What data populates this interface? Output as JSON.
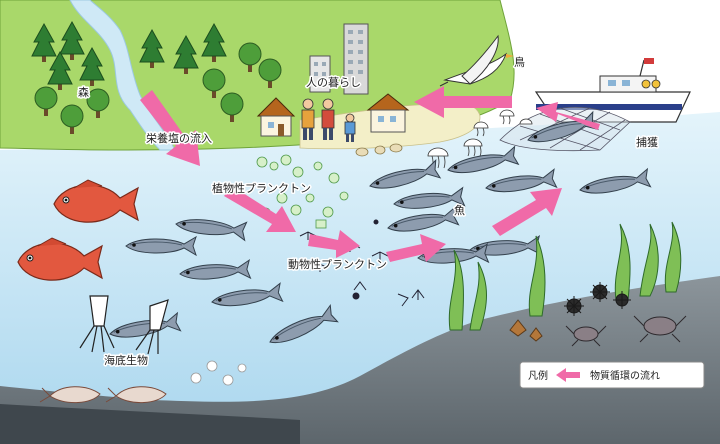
{
  "labels": {
    "forest": "森",
    "human_life": "人の暮らし",
    "bird": "鳥",
    "nutrient_inflow": "栄養塩の流入",
    "phytoplankton": "植物性プランクトン",
    "zooplankton": "動物性プランクトン",
    "fish": "魚",
    "capture": "捕獲",
    "benthic_life": "海底生物"
  },
  "legend": {
    "title": "凡例",
    "arrow_label": "物質循環の流れ"
  },
  "colors": {
    "flow_arrow": "#f06aa8",
    "sea": "#cfe9f6",
    "land": "#a9d86a",
    "seabed": "#6e7880"
  }
}
